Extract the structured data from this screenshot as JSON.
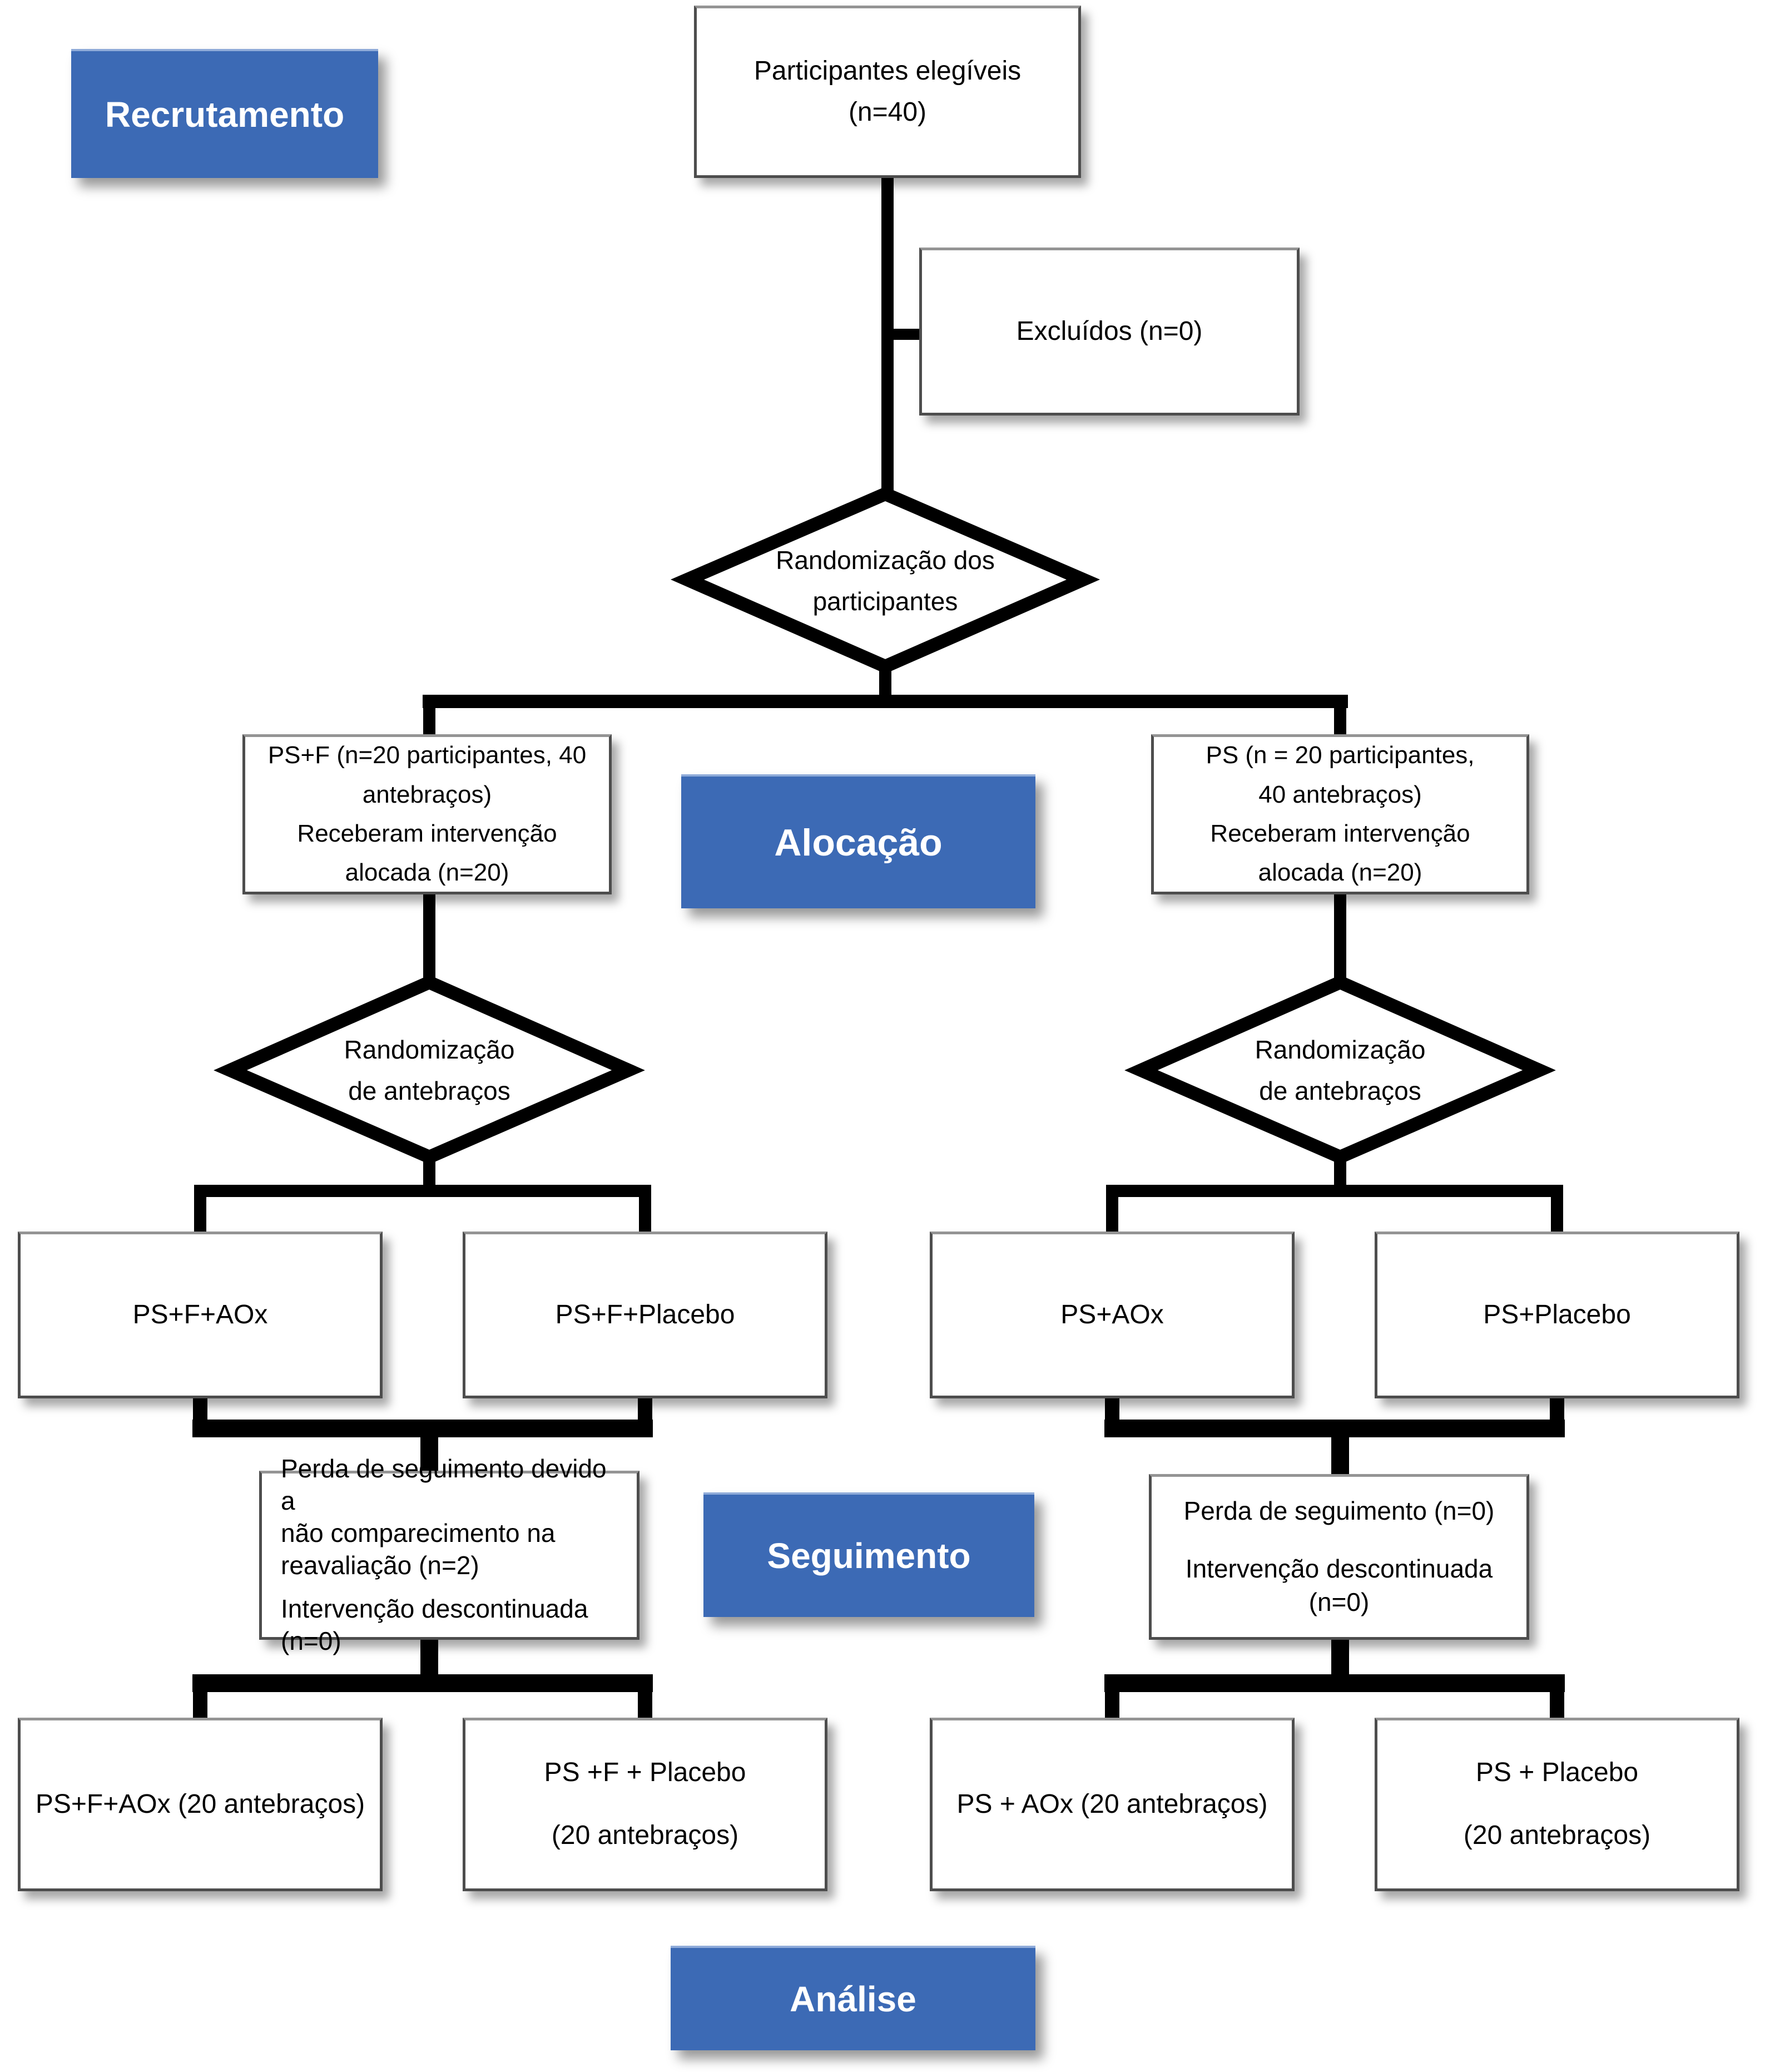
{
  "colors": {
    "accent_blue": "#3c6ab5",
    "connector": "#000000"
  },
  "stages": {
    "recruitment": "Recrutamento",
    "allocation": "Alocação",
    "followup": "Seguimento",
    "analysis": "Análise"
  },
  "nodes": {
    "eligible": [
      "Participantes elegíveis",
      "(n=40)"
    ],
    "excluded": "Excluídos (n=0)",
    "randomization_participants": [
      "Randomização dos",
      "participantes"
    ],
    "allocation_left": [
      "PS+F (n=20 participantes, 40",
      "antebraços)",
      "Receberam intervenção",
      "alocada (n=20)"
    ],
    "allocation_right": [
      "PS (n = 20 participantes,",
      "40 antebraços)",
      "Receberam intervenção",
      "alocada (n=20)"
    ],
    "randomization_forearms": [
      "Randomização",
      "de antebraços"
    ],
    "arm_psf_aox": "PS+F+AOx",
    "arm_psf_placebo": "PS+F+Placebo",
    "arm_ps_aox": "PS+AOx",
    "arm_ps_placebo": "PS+Placebo",
    "followup_left": {
      "p1": [
        "Perda de seguimento devido a",
        "não comparecimento na",
        "reavaliação (n=2)"
      ],
      "p2": [
        "Intervenção descontinuada",
        "(n=0)"
      ]
    },
    "followup_right": {
      "p1": "Perda de seguimento (n=0)",
      "p2": [
        "Intervenção descontinuada",
        "(n=0)"
      ]
    },
    "analysis_psf_aox": "PS+F+AOx (20 antebraços)",
    "analysis_psf_placebo": [
      "PS +F + Placebo",
      "(20 antebraços)"
    ],
    "analysis_ps_aox": "PS + AOx (20 antebraços)",
    "analysis_ps_placebo": [
      "PS + Placebo",
      "(20 antebraços)"
    ]
  }
}
